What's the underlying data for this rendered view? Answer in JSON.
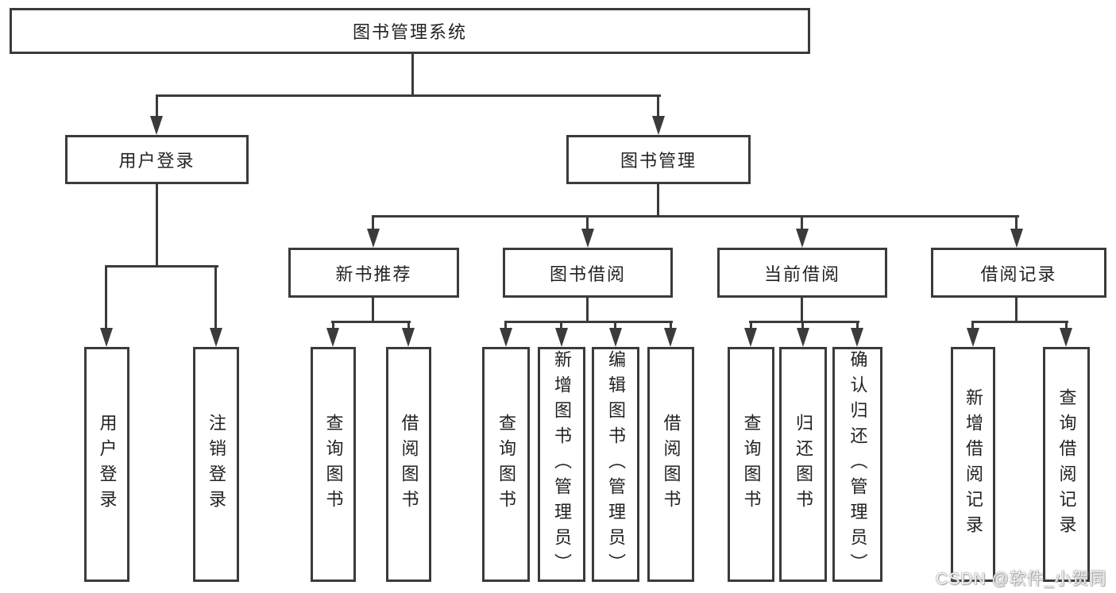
{
  "diagram": {
    "title": "图书管理系统",
    "line_color": "#3b3b3b",
    "text_color": "#222222",
    "background": "#ffffff"
  },
  "nodes": {
    "root": {
      "label": "图书管理系统"
    },
    "user_login": {
      "label": "用户登录"
    },
    "book_mgmt": {
      "label": "图书管理"
    },
    "new_book_rec": {
      "label": "新书推荐"
    },
    "book_borrow": {
      "label": "图书借阅"
    },
    "current_borrow": {
      "label": "当前借阅"
    },
    "borrow_records": {
      "label": "借阅记录"
    },
    "ul_login": {
      "label": "用户登录"
    },
    "ul_logout": {
      "label": "注销登录"
    },
    "nb_query": {
      "label": "查询图书"
    },
    "nb_borrow": {
      "label": "借阅图书"
    },
    "bb_query": {
      "label": "查询图书"
    },
    "bb_add": {
      "label": "新增图书（管理员）"
    },
    "bb_edit": {
      "label": "编辑图书（管理员）"
    },
    "bb_borrow": {
      "label": "借阅图书"
    },
    "cb_query": {
      "label": "查询图书"
    },
    "cb_return": {
      "label": "归还图书"
    },
    "cb_confirm": {
      "label": "确认归还（管理员）"
    },
    "br_add": {
      "label": "新增借阅记录"
    },
    "br_query": {
      "label": "查询借阅记录"
    }
  },
  "watermark": {
    "text": "CSDN @软件_小贺同学",
    "color": "#f2f2f2"
  }
}
